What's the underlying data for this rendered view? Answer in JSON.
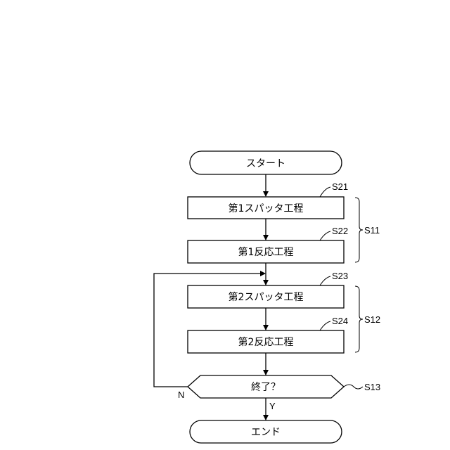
{
  "nodes": {
    "start": {
      "label": "スタート"
    },
    "s21": {
      "label": "第1スパッタ工程",
      "ref": "S21"
    },
    "s22": {
      "label": "第1反応工程",
      "ref": "S22"
    },
    "s23": {
      "label": "第2スパッタ工程",
      "ref": "S23"
    },
    "s24": {
      "label": "第2反応工程",
      "ref": "S24"
    },
    "s13": {
      "label": "終了？",
      "ref": "S13"
    },
    "end": {
      "label": "エンド"
    }
  },
  "groups": {
    "s11": {
      "ref": "S11"
    },
    "s12": {
      "ref": "S12"
    }
  },
  "branches": {
    "no": "N",
    "yes": "Y"
  }
}
